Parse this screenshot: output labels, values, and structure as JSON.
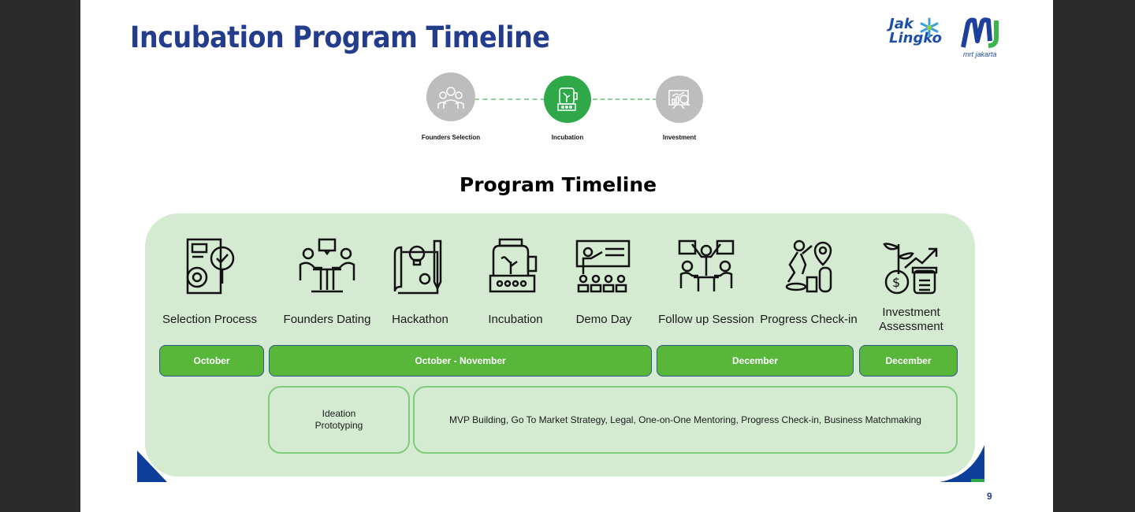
{
  "slide": {
    "title": "Incubation Program Timeline",
    "page_number": "9",
    "logos": {
      "jaklingko_line1": "Jak",
      "jaklingko_line2": "Lingko",
      "mrt_caption": "mrt jakarta"
    },
    "phases": [
      {
        "label": "Founders Selection",
        "icon": "founders-group-icon",
        "active": false
      },
      {
        "label": "Incubation",
        "icon": "incubator-icon",
        "active": true
      },
      {
        "label": "Investment",
        "icon": "investment-chart-icon",
        "active": false
      }
    ],
    "section_title": "Program Timeline",
    "steps": [
      {
        "label": "Selection Process",
        "icon": "document-gear-magnifier-icon"
      },
      {
        "label": "Founders Dating",
        "icon": "meeting-table-icon"
      },
      {
        "label": "Hackathon",
        "icon": "blueprint-idea-icon"
      },
      {
        "label": "Incubation",
        "icon": "incubator-plant-icon"
      },
      {
        "label": "Demo Day",
        "icon": "presentation-audience-icon"
      },
      {
        "label": "Follow up Session",
        "icon": "team-session-icon"
      },
      {
        "label": "Progress Check-in",
        "icon": "climbing-progress-icon"
      },
      {
        "label": "Investment Assessment",
        "icon": "money-growth-icon"
      }
    ],
    "months": [
      {
        "label": "October"
      },
      {
        "label": "October - November"
      },
      {
        "label": "December"
      },
      {
        "label": "December"
      }
    ],
    "activities": [
      {
        "label": "Ideation\nPrototyping"
      },
      {
        "label": "MVP Building, Go To Market Strategy, Legal, One-on-One Mentoring, Progress Check-in, Business Matchmaking"
      }
    ],
    "colors": {
      "title_blue": "#233c8c",
      "panel_green": "#d4ebd2",
      "month_green": "#58b63a",
      "active_phase": "#2fa84a",
      "inactive_phase": "#bdbdbd"
    }
  }
}
